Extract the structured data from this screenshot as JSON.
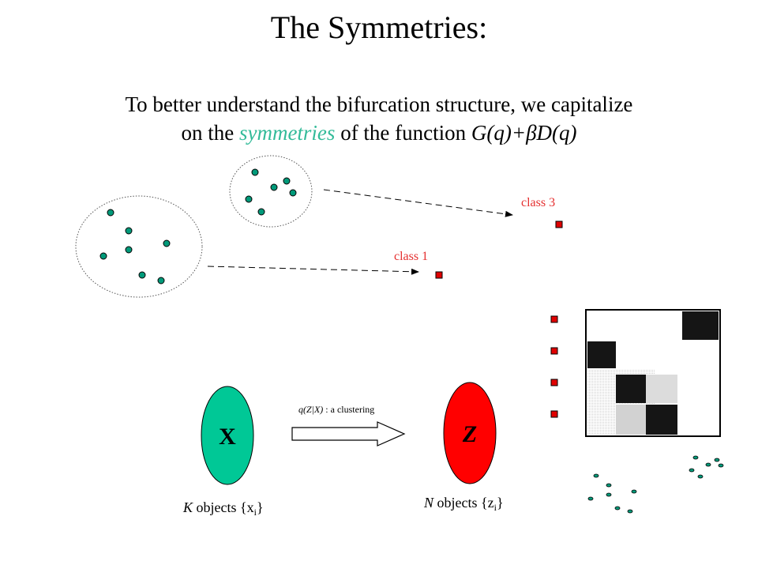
{
  "slide": {
    "title": "The Symmetries:",
    "subtitle_line1": "To better understand the bifurcation structure, we capitalize",
    "subtitle_line2_prefix": "on the ",
    "subtitle_emphasis": "symmetries",
    "subtitle_line2_middle": " of the function ",
    "subtitle_function": "G(q)+βD(q)"
  },
  "diagram": {
    "class3_label": "class 3",
    "class1_label": "class 1",
    "x_node_label": "X",
    "z_node_label": "Z",
    "arrow_label_q": "q(Z|X)",
    "arrow_label_text": " : a clustering",
    "x_caption_var": "K",
    "x_caption_text": " objects {x",
    "x_caption_sub": "i",
    "x_caption_close": "}",
    "z_caption_var": "N",
    "z_caption_text": " objects {z",
    "z_caption_sub": "i",
    "z_caption_close": "}"
  },
  "colors": {
    "point_fill": "#009a7a",
    "class_marker": "#e00000",
    "class_label": "#e53030",
    "x_node": "#00c896",
    "z_node": "#ff0000",
    "emphasis": "#33bb99"
  }
}
